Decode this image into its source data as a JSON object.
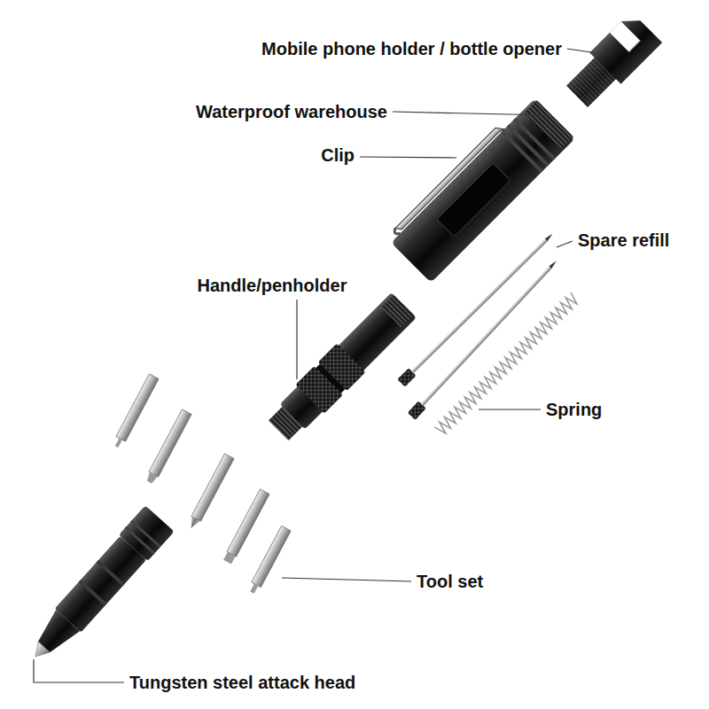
{
  "diagram": {
    "labels": [
      "Mobile phone holder / bottle opener",
      "Waterproof warehouse",
      "Clip",
      "Spare refill",
      "Handle/penholder",
      "Spring",
      "Tool set",
      "Tungsten steel attack head"
    ]
  }
}
